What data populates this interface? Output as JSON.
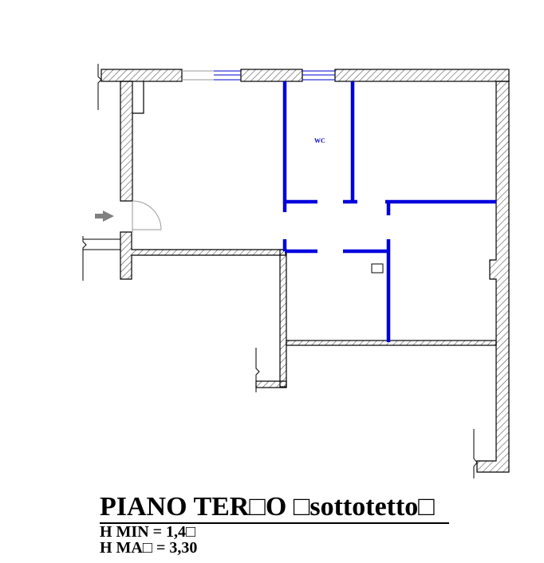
{
  "plan": {
    "title": "PIANO TER□O  □sottotetto□",
    "h_min": "H MIN = 1,4□",
    "h_max": "H MA□ = 3,30",
    "room_label_wc": "WC"
  },
  "colors": {
    "wall_outline": "#000000",
    "hatch": "#555555",
    "partitions": "#0000dd",
    "entry_arrow": "#808080"
  },
  "icons": {
    "entry": "arrow-right-icon"
  }
}
